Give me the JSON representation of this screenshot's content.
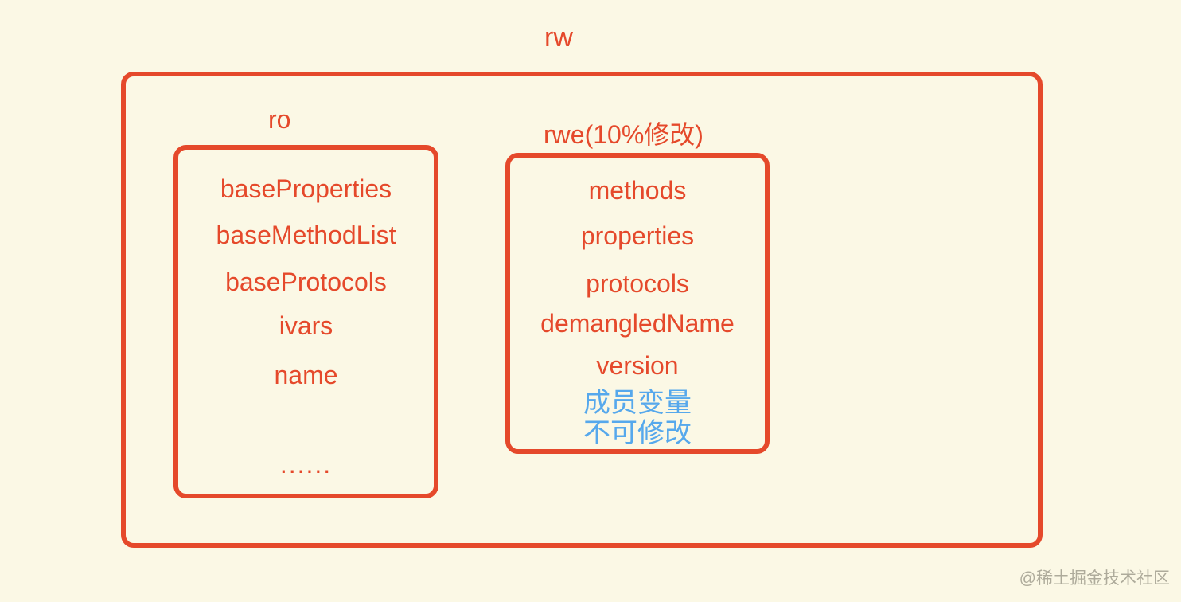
{
  "diagram": {
    "title": "rw",
    "groups": [
      {
        "label": "ro",
        "items": [
          "baseProperties",
          "baseMethodList",
          "baseProtocols",
          "ivars",
          "name",
          "......"
        ]
      },
      {
        "label": "rwe(10%修改)",
        "items": [
          "methods",
          "properties",
          "protocols",
          "demangledName",
          "version"
        ],
        "note_lines": [
          "成员变量",
          "不可修改"
        ]
      }
    ]
  },
  "watermark": "@稀土掘金技术社区",
  "colors": {
    "accent": "#E5492B",
    "background": "#FBF8E5",
    "note": "#56A8EC",
    "watermark": "#AEAB9B"
  }
}
